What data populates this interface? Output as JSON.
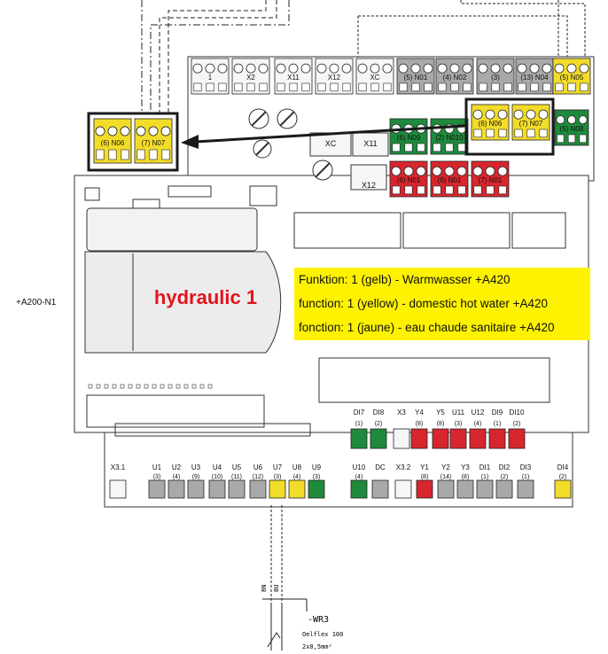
{
  "board_label": "+A200-N1",
  "hydraulic_label": "hydraulic 1",
  "info_lines": [
    "Funktion: 1 (gelb) - Warmwasser +A420",
    "function: 1 (yellow) - domestic hot water +A420",
    "fonction: 1 (jaune) - eau chaude sanitaire +A420"
  ],
  "cable": {
    "name": "-WR3",
    "type": "Oelflex 100",
    "spec": "2x0,5mm²",
    "wire_bn": "BN",
    "wire_bu": "BU"
  },
  "colors": {
    "yellow": "#f2dc2a",
    "green": "#1f8a3c",
    "red": "#d7262e",
    "gray": "#a9a9a9",
    "white": "#f6f6f6",
    "highlight": "#fff200",
    "accent_text": "#e3141c"
  },
  "top_connectors": [
    {
      "name": "1",
      "color": "white"
    },
    {
      "name": "X2",
      "color": "white"
    },
    {
      "name": "X11",
      "color": "white"
    },
    {
      "name": "X12",
      "color": "white"
    },
    {
      "name": "XC",
      "color": "white"
    },
    {
      "name": "(5) N01",
      "color": "gray"
    },
    {
      "name": "(4) N02",
      "color": "gray"
    },
    {
      "name": "(3)",
      "color": "gray"
    },
    {
      "name": "(13) N04",
      "color": "gray"
    },
    {
      "name": "(5) N05",
      "color": "yellow"
    }
  ],
  "second_row": [
    {
      "name": "(6) N06",
      "color": "yellow"
    },
    {
      "name": "(7) N07",
      "color": "yellow"
    },
    {
      "name": "(5) N08",
      "color": "green"
    }
  ],
  "green_row": [
    {
      "name": "(6) N09",
      "color": "green"
    },
    {
      "name": "(2) N010",
      "color": "green"
    }
  ],
  "terminal_xc": "XC",
  "terminal_x11": "X11",
  "terminal_x12": "X12",
  "red_row": [
    {
      "name": "(6) N01",
      "color": "red"
    },
    {
      "name": "(6) N01",
      "color": "red"
    },
    {
      "name": "(7) N01",
      "color": "red"
    }
  ],
  "zoom_connectors": [
    {
      "name": "(6) N06",
      "color": "yellow"
    },
    {
      "name": "(7) N07",
      "color": "yellow"
    }
  ],
  "bottom_upper_labels": [
    "DI7",
    "DI8",
    "X3",
    "Y4",
    "Y5",
    "U11",
    "U12",
    "DI9",
    "DI10"
  ],
  "bottom_upper_nums": [
    "(1)",
    "(2)",
    "",
    "(8)",
    "(8)",
    "(3)",
    "(4)",
    "(1)",
    "(2)"
  ],
  "bottom_upper_colors": [
    "green",
    "green",
    "white",
    "red",
    "red",
    "red",
    "red",
    "red",
    "red"
  ],
  "bottom_lower": [
    {
      "name": "X3.1",
      "num": "",
      "color": "white"
    },
    {
      "name": "U1",
      "num": "(3)",
      "color": "gray"
    },
    {
      "name": "U2",
      "num": "(4)",
      "color": "gray"
    },
    {
      "name": "U3",
      "num": "(9)",
      "color": "gray"
    },
    {
      "name": "U4",
      "num": "(10)",
      "color": "gray"
    },
    {
      "name": "U5",
      "num": "(11)",
      "color": "gray"
    },
    {
      "name": "U6",
      "num": "(12)",
      "color": "gray"
    },
    {
      "name": "U7",
      "num": "(3)",
      "color": "yellow"
    },
    {
      "name": "U8",
      "num": "(4)",
      "color": "yellow"
    },
    {
      "name": "U9",
      "num": "(3)",
      "color": "green"
    },
    {
      "name": "U10",
      "num": "(4)",
      "color": "green"
    },
    {
      "name": "DC",
      "num": "",
      "color": "gray"
    },
    {
      "name": "X3.2",
      "num": "",
      "color": "white"
    },
    {
      "name": "Y1",
      "num": "(8)",
      "color": "red"
    },
    {
      "name": "Y2",
      "num": "(14)",
      "color": "gray"
    },
    {
      "name": "Y3",
      "num": "(8)",
      "color": "gray"
    },
    {
      "name": "DI1",
      "num": "(1)",
      "color": "gray"
    },
    {
      "name": "DI2",
      "num": "(2)",
      "color": "gray"
    },
    {
      "name": "DI3",
      "num": "(1)",
      "color": "gray"
    },
    {
      "name": "DI4",
      "num": "(2)",
      "color": "yellow"
    }
  ]
}
